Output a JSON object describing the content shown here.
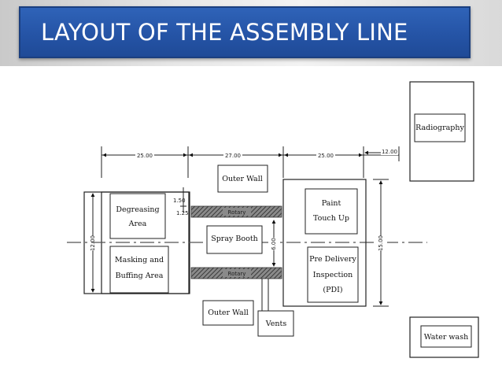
{
  "slide": {
    "title": "LAYOUT OF THE ASSEMBLY LINE"
  },
  "diagram": {
    "rooms": {
      "radiography": "Radiography",
      "degreasing_line1": "Degreasing",
      "degreasing_line2": "Area",
      "masking_line1": "Masking and",
      "masking_line2": "Buffing Area",
      "outer_wall_top": "Outer Wall",
      "spray_booth": "Spray Booth",
      "paint_line1": "Paint",
      "paint_line2": "Touch Up",
      "pdi_line1": "Pre Delivery",
      "pdi_line2": "Inspection",
      "pdi_line3": "(PDI)",
      "outer_wall_bottom": "Outer Wall",
      "vents": "Vents",
      "water_wash": "Water wash"
    },
    "dimensions": {
      "left_width": "25.00",
      "center_width": "27.00",
      "right_width": "25.00",
      "far_right_width": "12.00",
      "left_height": "12.00",
      "right_height": "15.00",
      "gap_top": "1.50",
      "gap_second": "1.25",
      "center_height": "6.00"
    },
    "conveyor_labels": {
      "upper": "Rotary",
      "lower": "Rotary"
    }
  }
}
